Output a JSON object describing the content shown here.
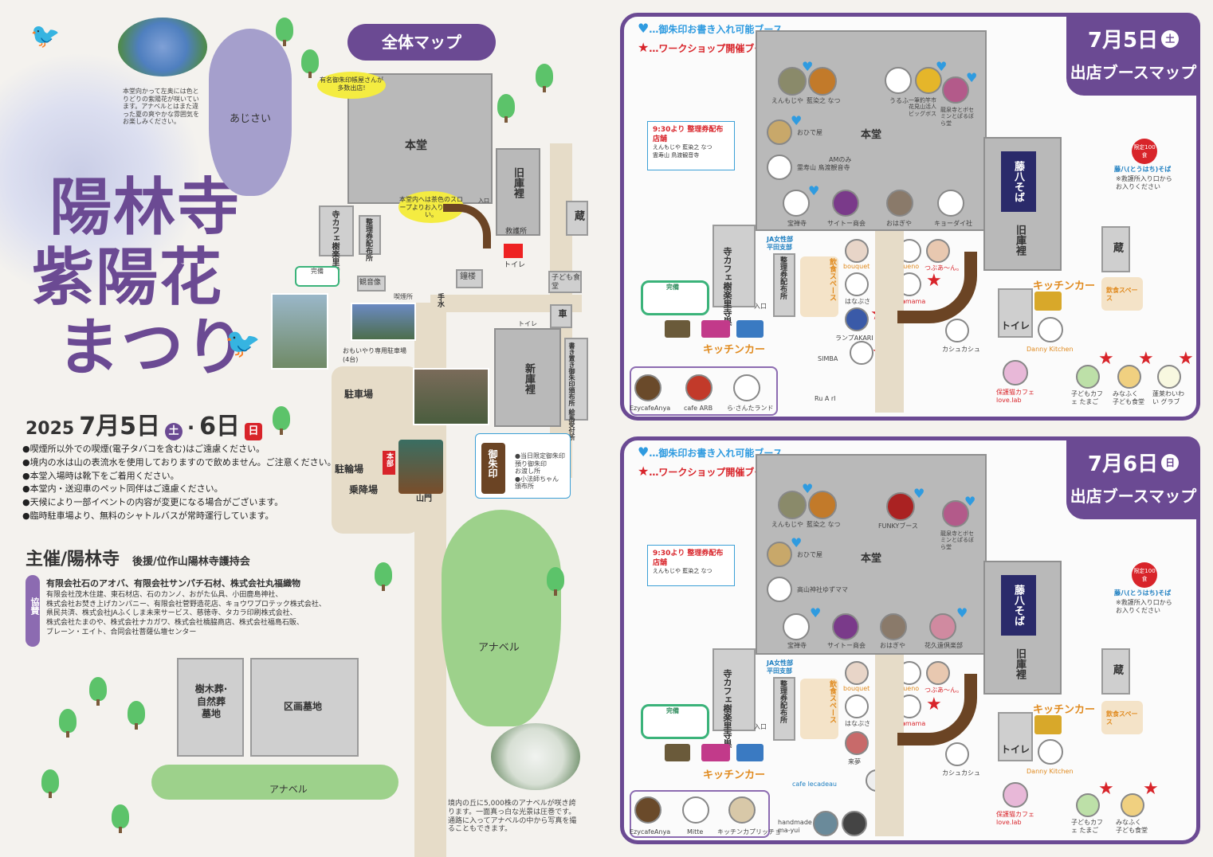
{
  "festival": {
    "title_line1": "陽林寺",
    "title_line2": "紫陽花",
    "title_line3": "まつり",
    "year": "2025",
    "dates": "7月5日",
    "day1_badge": "土",
    "separator": "·",
    "date2": "6日",
    "day2_badge": "日"
  },
  "map_label": "全体マップ",
  "notices": [
    "●喫煙所以外での喫煙(電子タバコを含む)はご遠慮ください。",
    "●境内の水は山の表流水を使用しておりますので飲めません。ご注意ください。",
    "●本堂入場時は靴下をご着用ください。",
    "●本堂内・送迎車のペット同伴はご遠慮ください。",
    "●天候により一部イベントの内容が変更になる場合がございます。",
    "●臨時駐車場より、無料のシャトルバスが常時運行しています。"
  ],
  "organizer": {
    "label": "主催/陽林寺",
    "support": "後援/位作山陽林寺護持会"
  },
  "sponsors": {
    "badge": "協賛",
    "lead": "有限会社石のアオバ、有限会社サンパチ石材、株式会社丸福織物",
    "lines": [
      "有限会社茂木住建、東石材店、石のカンノ、おがた仏具、小田鹿島神社、",
      "株式会社お焚き上げカンパニー、有限会社菅野造花店、キョウワプロテック株式会社、",
      "県民共済、株式会社JAふくしま未来サービス、慈徳寺、タカラ印刷株式会社、",
      "株式会社たまのや、株式会社ナカガワ、株式会社橋脇商店、株式会社福島石販、",
      "ブレーン・エイト、合同会社菩薩仏壇センター"
    ]
  },
  "hydrangea_note": "本堂向かって左奥には色とりどりの紫陽花が咲いています。アナベルとはまた違った夏の爽やかな雰囲気をお楽しみください。",
  "annabelle_note": "境内の丘に5,000株のアナベルが咲き誇ります。一面真っ白な光景は圧巻です。通路に入ってアナベルの中から写真を撮ることもできます。",
  "overall_map": {
    "ajisai": "あじさい",
    "hondo": "本堂",
    "kyukuri": "旧庫裡",
    "kura": "蔵",
    "goshuin_bubble": "有名御朱印帳屋さんが多数出店!",
    "slope_note": "本堂内へは茶色のスロープよりお入りください。",
    "iriguchi": "入口",
    "kyusho": "救護所",
    "toilet": "トイレ",
    "kodomo_shokudo": "子ども食堂",
    "temple_cafe": "寺カフェ樹楽里寺巣",
    "seiriken": "整理券配布所",
    "kannonzo": "観音像",
    "kitsuenjo": "喫煙所",
    "chozu": "手水",
    "shoro": "鐘楼",
    "kuruma": "車",
    "shinkuri": "新庫裡",
    "ema": "書き置き御朱印頒布所 絵馬受付所",
    "omoiyari": "おもいやり専用駐車場(4台)",
    "chushajo": "駐車場",
    "churinjo": "駐輪場",
    "jokojo": "乗降場",
    "honbu": "本部",
    "sanmon": "山門",
    "anabel": "アナベル",
    "jumokuso": "樹木葬·自然葬墓地",
    "kukaku": "区画墓地",
    "goshuin_sign": "御朱印",
    "goshuin_items": [
      "●当日限定御朱印",
      "預り御朱印",
      "お渡し所",
      "●小法師ちゃん",
      "頒布所"
    ],
    "kanbi": "完備"
  },
  "booth_maps": [
    {
      "date": "7月5日",
      "day_badge": "土",
      "subtitle": "出店ブースマップ",
      "legend_heart": "…御朱印お書き入れ可能ブース",
      "legend_star": "…ワークショップ開催ブース",
      "hondo": "本堂",
      "seiriken_title": "9:30より 整理券配布店舗",
      "seiriken_shops": "えんもじや 藍染之 なつ\n霊寿山 鳥渡観音寺",
      "am_only": "AMのみ",
      "top_booths": [
        "えんもじや",
        "藍染之 なつ",
        "うるふ",
        "一筆釣竿市 花見山活人 ビッグボス",
        "龍泉寺とボセミンとぱるぼら堂"
      ],
      "mid_booths": [
        "おひで屋",
        "霊寿山 鳥渡観音寺"
      ],
      "bottom_booths": [
        "宝禅寺",
        "サイトー商会",
        "おはぎや",
        "キョーダイ社"
      ],
      "food_booths": [
        "bouquet",
        "はなぶさ",
        "ランプAKARI",
        "SIMBA",
        "Rueno",
        "つぶあ〜ん。",
        "ki●mama",
        "カシュカシュ",
        "Ru A rI"
      ],
      "inshoku": "飲食スペース",
      "kitchen_car": "キッチンカー",
      "kitchen_cars": [
        "EzycafeAnya",
        "cafe ARB",
        "ら·さんたランド"
      ],
      "soba_brand": "藤八そば",
      "soba_label": "藤八(とうはち)そば",
      "soba_note": "※救護所入り口から お入りください",
      "limit": "限定100食",
      "kyukuri": "旧庫裡",
      "kura": "蔵",
      "toilet": "トイレ",
      "danny": "Danny Kitchen",
      "kids": [
        "保護猫カフェ love.lab",
        "子どもカフェ たまご",
        "みなふく 子ども食堂",
        "蓬莱わいわい グラブ"
      ],
      "ja": "JA女性部 平田支部",
      "temple_cafe": "寺カフェ樹楽里寺巣",
      "seiriken_building": "整理券配布所",
      "iriguchi": "入口",
      "kanbi": "完備"
    },
    {
      "date": "7月6日",
      "day_badge": "日",
      "subtitle": "出店ブースマップ",
      "legend_heart": "…御朱印お書き入れ可能ブース",
      "legend_star": "…ワークショップ開催ブース",
      "hondo": "本堂",
      "seiriken_title": "9:30より 整理券配布店舗",
      "seiriken_shops": "えんもじや 藍染之 なつ",
      "am_only": "",
      "top_booths": [
        "えんもじや",
        "藍染之 なつ",
        "FUNKYブース",
        "龍泉寺とボセミンとぱるぼら堂"
      ],
      "mid_booths": [
        "おひで屋",
        "高山神社ゆずママ"
      ],
      "bottom_booths": [
        "宝禅寺",
        "サイトー商会",
        "おはぎや",
        "花久遠倶楽部"
      ],
      "food_booths": [
        "bouquet",
        "はなぶさ",
        "来夢",
        "Rueno",
        "つぶあ〜ん。",
        "ki●mama",
        "カシュカシュ",
        "cafe lecadeau",
        "handmade ma-yui"
      ],
      "inshoku": "飲食スペース",
      "kitchen_car": "キッチンカー",
      "kitchen_cars": [
        "EzycafeAnya",
        "Mitte",
        "キッチンカプリッチョ"
      ],
      "soba_brand": "藤八そば",
      "soba_label": "藤八(とうはち)そば",
      "soba_note": "※救護所入り口から お入りください",
      "limit": "限定100食",
      "kyukuri": "旧庫裡",
      "kura": "蔵",
      "toilet": "トイレ",
      "danny": "Danny Kitchen",
      "kids": [
        "保護猫カフェ love.lab",
        "子どもカフェ たまご",
        "みなふく 子ども食堂"
      ],
      "ja": "JA女性部 平田支部",
      "temple_cafe": "寺カフェ樹楽里寺巣",
      "seiriken_building": "整理券配布所",
      "iriguchi": "入口",
      "kanbi": "完備"
    }
  ],
  "colors": {
    "purple": "#6b4a93",
    "heart_blue": "#2f9be0",
    "star_red": "#d8242a",
    "kitchen_orange": "#e08a1e"
  }
}
